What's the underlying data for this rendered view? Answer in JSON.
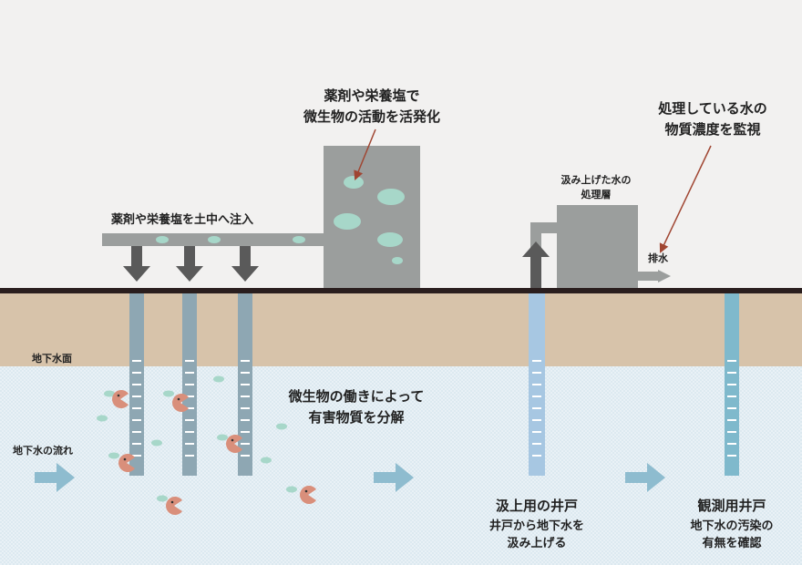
{
  "labels": {
    "top_caption": [
      "薬剤や栄養塩で",
      "微生物の活動を活発化"
    ],
    "injection": "薬剤や栄養塩を土中へ注入",
    "monitor_caption": [
      "処理している水の",
      "物質濃度を監視"
    ],
    "treatment_tank": [
      "汲み上げた水の",
      "処理層"
    ],
    "drain": "排水",
    "water_table": "地下水面",
    "flow": "地下水の流れ",
    "decompose": [
      "微生物の働きによって",
      "有害物質を分解"
    ],
    "pump_well_title": "汲上用の井戸",
    "pump_well_desc": [
      "井戸から地下水を",
      "汲み上げる"
    ],
    "obs_well_title": "観測用井戸",
    "obs_well_desc": [
      "地下水の汚染の",
      "有無を確認"
    ]
  },
  "colors": {
    "sky": "#f2f1f0",
    "soil": "#d7c3aa",
    "groundwater": "#e9f1f6",
    "surface": "#2a1e1e",
    "facility": "#9b9e9d",
    "bubble": "#a7d7c9",
    "injection_well": "#8ea7b3",
    "pump_well": "#a7c7e2",
    "obs_well": "#7fb9cc",
    "flow_arrow": "#8ebccf",
    "microbe": "#d98f7b",
    "pointer": "#a04632"
  }
}
